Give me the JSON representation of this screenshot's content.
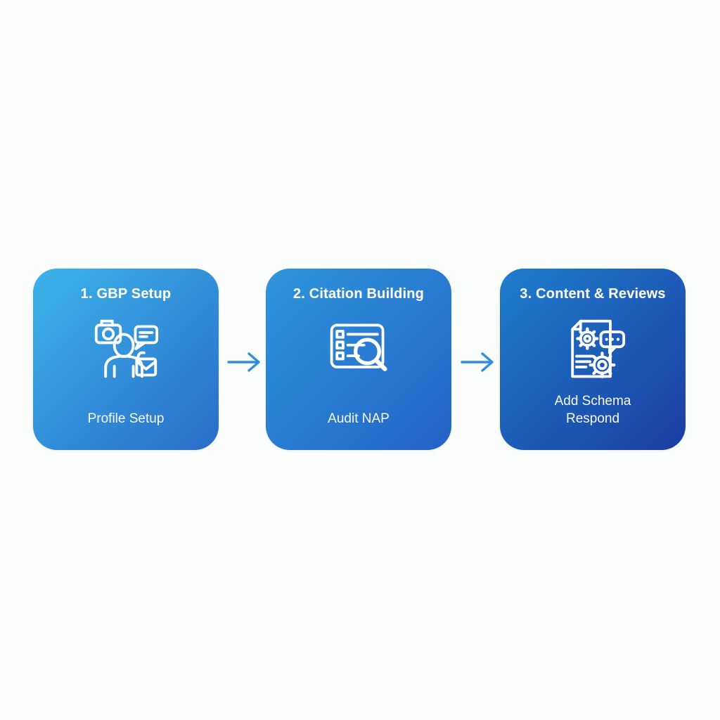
{
  "diagram": {
    "background_color": "#fcfdfd",
    "arrow_color": "#2f8fdf",
    "steps": [
      {
        "title": "1. GBP Setup",
        "label": "Profile Setup",
        "label2": "",
        "icon": "profile-camera-chat-envelope-icon",
        "gradient_start": "#3bb4e9",
        "gradient_end": "#2a6cc9"
      },
      {
        "title": "2. Citation Building",
        "label": "Audit NAP",
        "label2": "",
        "icon": "checklist-magnifier-icon",
        "gradient_start": "#2e96dc",
        "gradient_end": "#2462c6"
      },
      {
        "title": "3. Content & Reviews",
        "label": "Add Schema",
        "label2": "Respond",
        "icon": "document-gear-chat-icon",
        "gradient_start": "#1f7dce",
        "gradient_end": "#1b3da1"
      }
    ]
  }
}
